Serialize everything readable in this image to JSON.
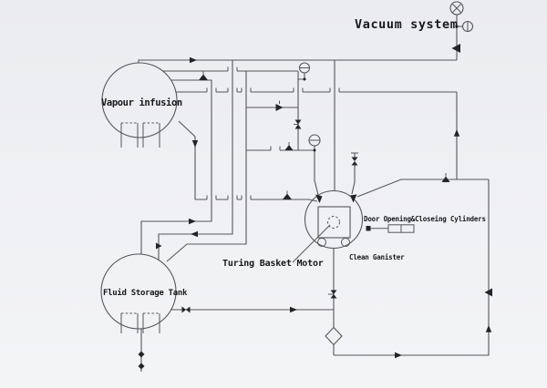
{
  "title": "Vacuum system",
  "labels": {
    "vacuum_system": "Vacuum system",
    "vapour_infusion": "Vapour infusion",
    "fluid_storage_tank": "Fluid Storage Tank",
    "turing_basket_motor": "Turing Basket Motor",
    "door_cylinders": "Door Opening&Closeing Cylinders",
    "clean_canister": "Clean Ganister"
  },
  "colors": {
    "background": "#eff0f3",
    "line": "#55565c",
    "symbol": "#232427",
    "text": "#17181a"
  },
  "symbols": [
    "vacuum-pump-icon",
    "pressure-gauge-icon",
    "check-valve-icon",
    "control-valve-icon",
    "flow-arrow-icon",
    "heater-coil-icon",
    "rotary-pump-icon",
    "pneumatic-cylinder-icon",
    "line-jump-icon"
  ]
}
